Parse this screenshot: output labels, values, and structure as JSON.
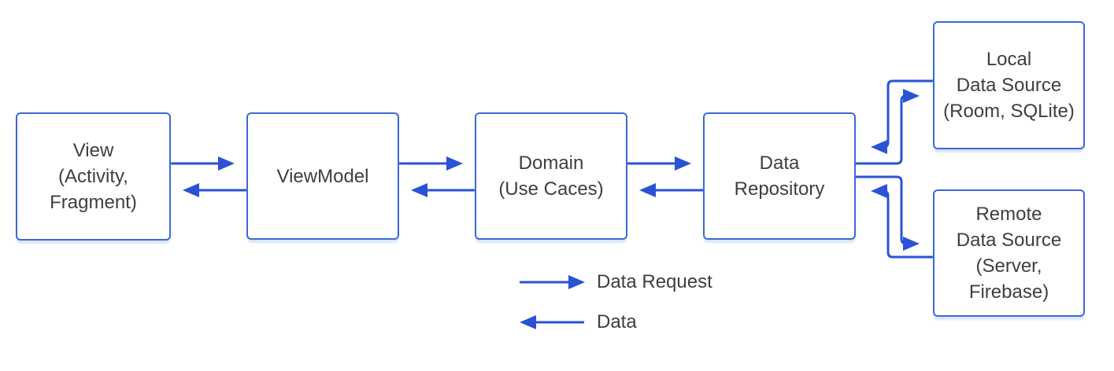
{
  "nodes": {
    "view": {
      "label": "View\n(Activity,\nFragment)"
    },
    "viewmodel": {
      "label": "ViewModel"
    },
    "domain": {
      "label": "Domain\n(Use Caces)"
    },
    "repository": {
      "label": "Data\nRepository"
    },
    "local": {
      "label": "Local\nData Source\n(Room, SQLite)"
    },
    "remote": {
      "label": "Remote\nData Source\n(Server,\nFirebase)"
    }
  },
  "legend": {
    "request_label": "Data Request",
    "data_label": "Data"
  },
  "edges": [
    {
      "from": "view",
      "to": "viewmodel",
      "type": "data-request"
    },
    {
      "from": "viewmodel",
      "to": "view",
      "type": "data"
    },
    {
      "from": "viewmodel",
      "to": "domain",
      "type": "data-request"
    },
    {
      "from": "domain",
      "to": "viewmodel",
      "type": "data"
    },
    {
      "from": "domain",
      "to": "repository",
      "type": "data-request"
    },
    {
      "from": "repository",
      "to": "domain",
      "type": "data"
    },
    {
      "from": "repository",
      "to": "local",
      "type": "data-request"
    },
    {
      "from": "local",
      "to": "repository",
      "type": "data"
    },
    {
      "from": "repository",
      "to": "remote",
      "type": "data-request"
    },
    {
      "from": "remote",
      "to": "repository",
      "type": "data"
    }
  ],
  "colors": {
    "arrow_blue": "#2b52d6",
    "box_border_blue": "#3d68da",
    "text_dark": "#3b3f43",
    "box_shadow_blue": "#d9e6fa",
    "background": "#ffffff"
  }
}
